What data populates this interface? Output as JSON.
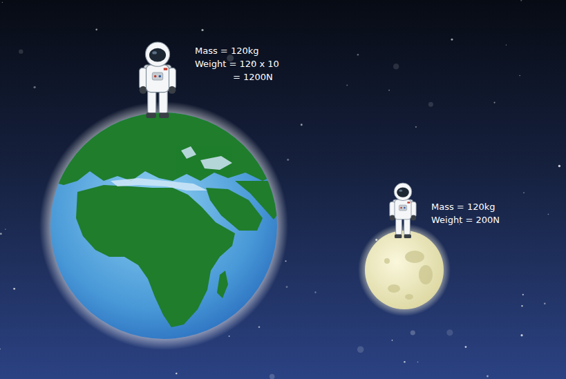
{
  "diagram": {
    "labels": [
      "Mass = 120kg",
      "Weight = 120 x 10",
      "= 1200N",
      "Mass = 120kg",
      "Weight = 200N"
    ]
  }
}
